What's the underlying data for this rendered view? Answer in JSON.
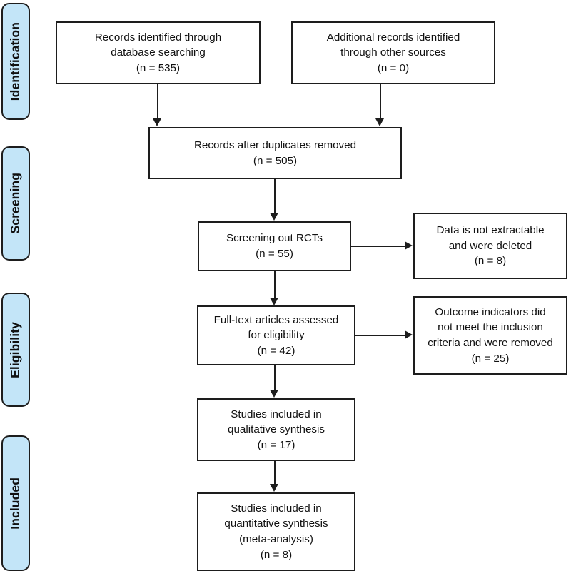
{
  "diagram": {
    "type": "prisma-flow-diagram",
    "colors": {
      "stage_tab_fill": "#c3e5f8",
      "stroke": "#1d1d1d",
      "box_fill": "#ffffff",
      "text": "#111111"
    }
  },
  "stages": [
    {
      "label": "Identification"
    },
    {
      "label": "Screening"
    },
    {
      "label": "Eligibility"
    },
    {
      "label": "Included"
    }
  ],
  "boxes": {
    "records_database": {
      "line1": "Records identified through",
      "line2": "database searching",
      "count": "(n = 535)",
      "n": 535
    },
    "records_other": {
      "line1": "Additional records identified",
      "line2": "through other sources",
      "count": "(n =  0)",
      "n": 0
    },
    "duplicates_removed": {
      "line1": "Records after duplicates removed",
      "count": "(n = 505)",
      "n": 505
    },
    "screening_rcts": {
      "line1": "Screening out RCTs",
      "count": "(n = 55)",
      "n": 55
    },
    "excluded_not_extractable": {
      "line1": "Data is not extractable",
      "line2": "and were deleted",
      "count": "(n = 8)",
      "n": 8
    },
    "fulltext_assessed": {
      "line1": "Full-text articles assessed",
      "line2": "for eligibility",
      "count": "(n =  42)",
      "n": 42
    },
    "excluded_outcome_indicators": {
      "line1": "Outcome indicators did",
      "line2": "not meet the inclusion",
      "line3": "criteria and were removed",
      "count": "(n = 25)",
      "n": 25
    },
    "qualitative_synthesis": {
      "line1": "Studies included in",
      "line2": "qualitative synthesis",
      "count": "(n = 17)",
      "n": 17
    },
    "quantitative_synthesis": {
      "line1": "Studies included in",
      "line2": "quantitative synthesis",
      "line3": "(meta-analysis)",
      "count": "(n = 8)",
      "n": 8
    }
  },
  "text": {
    "records_database_full": "Records identified through\ndatabase searching\n(n = 535)",
    "records_other_full": "Additional records identified\nthrough other sources\n(n =  0)",
    "duplicates_removed_full": "Records after duplicates removed\n(n = 505)",
    "screening_rcts_full": "Screening out RCTs\n(n = 55)",
    "excluded_not_extractable_full": "Data is not extractable\nand were deleted\n(n = 8)",
    "fulltext_assessed_full": "Full-text articles assessed\nfor eligibility\n(n =  42)",
    "excluded_outcome_indicators_full": "Outcome indicators did\nnot meet the inclusion\ncriteria and were removed\n(n = 25)",
    "qualitative_synthesis_full": "Studies included in\nqualitative synthesis\n(n = 17)",
    "quantitative_synthesis_full": "Studies included in\nquantitative synthesis\n(meta-analysis)\n(n = 8)"
  }
}
